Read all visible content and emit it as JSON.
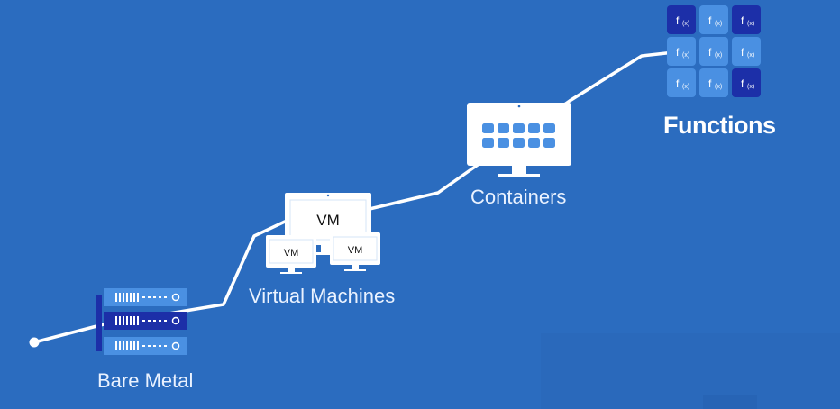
{
  "stages": {
    "bare_metal": "Bare Metal",
    "virtual_machines": "Virtual Machines",
    "containers": "Containers",
    "functions": "Functions"
  },
  "vm_label": "VM",
  "function_tile_label": "f",
  "function_tile_sub": "(x)",
  "colors": {
    "background": "#2b6cbf",
    "line": "#ffffff",
    "tile_light": "#4a90e2",
    "tile_dark": "#1c2fa8",
    "server_light": "#4a90e2",
    "server_dark": "#1c2fa8"
  }
}
